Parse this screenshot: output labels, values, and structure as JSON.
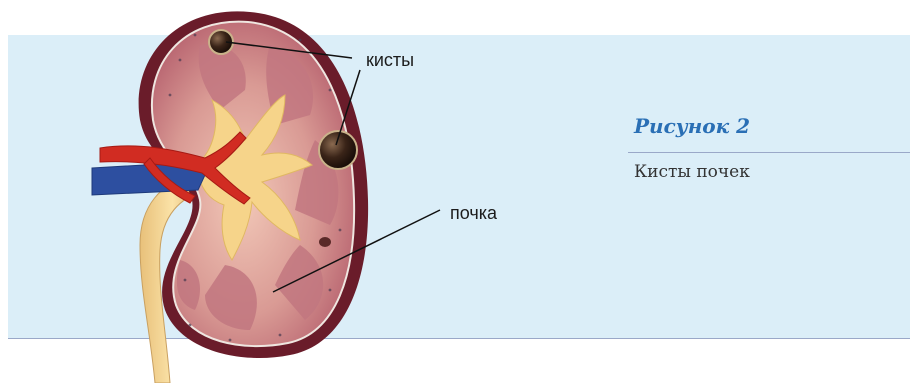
{
  "labels": {
    "cysts": "кисты",
    "kidney": "почка"
  },
  "figure": {
    "title": "Рисунок 2",
    "caption": "Кисты почек"
  },
  "colors": {
    "band_background": "#dbeef8",
    "title_color": "#2a6fb5",
    "kidney_capsule": "#6a1c2a",
    "kidney_tissue": "#e6b4ac",
    "pelvis": "#f6d48a",
    "artery": "#d12c22",
    "vein": "#2d4fa0",
    "cyst": "#2a1a12"
  }
}
